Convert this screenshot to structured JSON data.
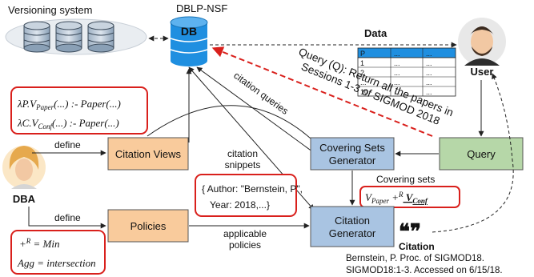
{
  "top": {
    "versioning_label": "Versioning system",
    "db_name": "DBLP-NSF",
    "db_label": "DB",
    "data_label": "Data",
    "user_label": "User",
    "dba_label": "DBA"
  },
  "data_table": {
    "rows": [
      [
        "P",
        "...",
        "..."
      ],
      [
        "1",
        "...",
        "..."
      ],
      [
        "2",
        "...",
        "..."
      ],
      [
        "...",
        "...",
        "..."
      ],
      [
        "10",
        "...",
        "..."
      ]
    ]
  },
  "query_text": {
    "line1": "Query (Q): Return all the papers in",
    "line2": "Sessions 1-3 of SIGMOD 2018"
  },
  "boxes": {
    "citation_views": "Citation Views",
    "policies": "Policies",
    "covering_sets_generator_1": "Covering Sets",
    "covering_sets_generator_2": "Generator",
    "citation_generator_1": "Citation",
    "citation_generator_2": "Generator",
    "query": "Query"
  },
  "edge_labels": {
    "define_views": "define",
    "define_policies": "define",
    "citation_queries": "citation queries",
    "citation_snippets_1": "citation",
    "citation_snippets_2": "snippets",
    "applicable_policies_1": "applicable",
    "applicable_policies_2": "policies",
    "covering_sets": "Covering sets"
  },
  "views_def": {
    "line1": "λP.V",
    "line1_sub": "Paper",
    "line1_rest": "(...) :- Paper(...)",
    "line2": "λC.V",
    "line2_sub": "Conf",
    "line2_rest": "(...) :- Paper(...)"
  },
  "snippet": {
    "line1": "{ Author: \"Bernstein, P\",",
    "line2": "Year: 2018,...}"
  },
  "policy_def": {
    "line1": "+",
    "line1_sup": "R",
    "line1_rest": " = Min",
    "line2": "Agg = intersection"
  },
  "covering_set": {
    "v1": "V",
    "v1_sub": "Paper",
    "op": " +",
    "op_sup": "R",
    "v2": " V",
    "v2_sub": "Conf"
  },
  "citation": {
    "quote": "❝❞",
    "label": "Citation",
    "line1": "Bernstein, P.  Proc. of SIGMOD18.",
    "line2": "SIGMOD18:1-3.  Accessed on 6/15/18."
  },
  "colors": {
    "orange_box": "#f9cb9c",
    "blue_box": "#a9c4e2",
    "green_box": "#b6d7a8",
    "red_outline": "#d9201c",
    "db_blue": "#1f8fe0",
    "skin": "#f2c8a3"
  }
}
